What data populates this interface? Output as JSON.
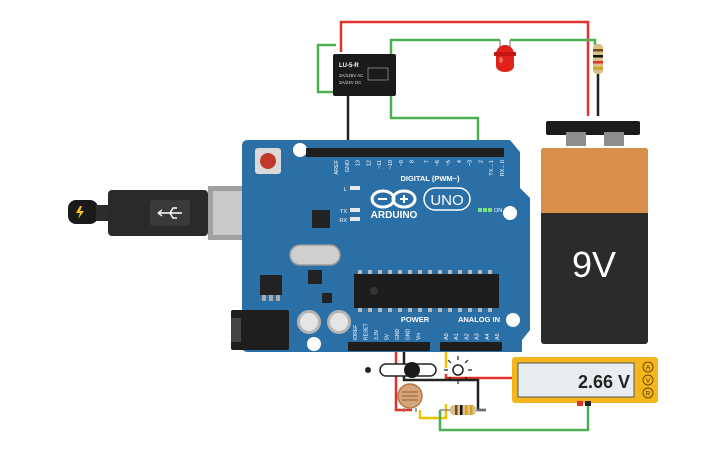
{
  "board": {
    "brand": "ARDUINO",
    "model": "UNO",
    "digital_header": "DIGITAL (PWM~)",
    "power_header": "POWER",
    "analog_header": "ANALOG IN",
    "on_label": "ON",
    "led_labels": [
      "L",
      "TX",
      "RX"
    ],
    "digital_pins": [
      "AREF",
      "GND",
      "13",
      "12",
      "~11",
      "~10",
      "~9",
      "8",
      "7",
      "~6",
      "~5",
      "4",
      "~3",
      "2",
      "TX→1",
      "RX←0"
    ],
    "power_pins": [
      "IOREF",
      "RESET",
      "3.3V",
      "5V",
      "GND",
      "GND",
      "Vin"
    ],
    "analog_pins": [
      "A0",
      "A1",
      "A2",
      "A3",
      "A4",
      "A5"
    ]
  },
  "relay": {
    "title": "LU-5-R",
    "line1": "3A/125V AC",
    "line2": "3A/24V DC"
  },
  "battery": {
    "label": "9V"
  },
  "multimeter": {
    "reading": "2.66 V",
    "mode_buttons": [
      "A",
      "V",
      "R"
    ]
  },
  "colors": {
    "board": "#2b6fa7",
    "wire_red": "#e0322b",
    "wire_green": "#4caf50",
    "wire_black": "#222222",
    "wire_yellow": "#f2c200",
    "battery_body": "#d98e49",
    "meter_body": "#f5b51c"
  }
}
